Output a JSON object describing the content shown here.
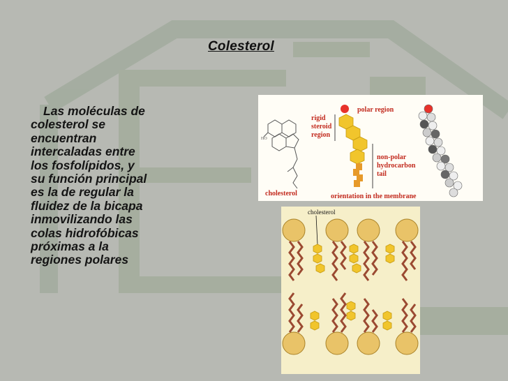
{
  "slide": {
    "title": "Colesterol",
    "body_lines": [
      "Las moléculas de",
      "colesterol se",
      "encuentran",
      "intercaladas entre",
      "los fosfolípidos, y",
      "su función principal",
      "es la de regular la",
      "fluidez de la bicapa",
      "inmovilizando las",
      "colas hidrofóbicas",
      "próximas a la",
      "regiones polares"
    ]
  },
  "figure_structure": {
    "polar_region_label": "polar region",
    "rigid_label": "rigid",
    "steroid_label": "steroid",
    "region_label": "region",
    "nonpolar_label": "non-polar",
    "hydrocarbon_label": "hydrocarbon",
    "tail_label": "tail",
    "cholesterol_label": "cholesterol",
    "orientation_label": "orientation in the membrane"
  },
  "figure_membrane": {
    "cholesterol_label": "cholesterol"
  },
  "colors": {
    "background": "#b7b9b3",
    "watermark": "#a2aba0",
    "polar_head": "#e8322a",
    "steroid": "#f1c52c",
    "tail": "#e79a2a",
    "label_red": "#c22a1e",
    "phospholipid_head": "#e9c368",
    "membrane_tail": "#9b4a32"
  }
}
